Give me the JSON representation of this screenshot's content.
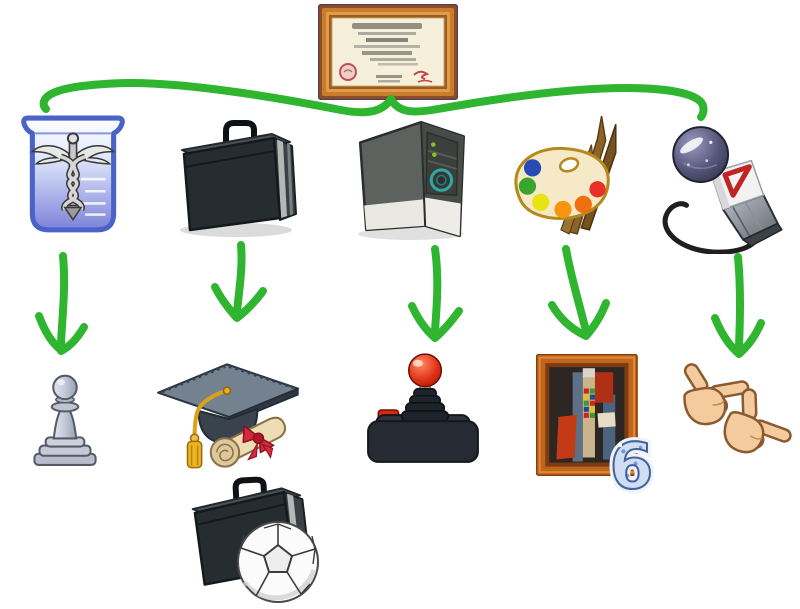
{
  "colors": {
    "arrow_green": "#2fb52f",
    "background": "#ffffff",
    "certificate_frame": "#c87c2e",
    "beaker_blue": "#4a63c8",
    "briefcase_dark": "#262d31",
    "palette_tan": "#f6e9c8",
    "joystick_red": "#e03318",
    "skin_tone": "#f4cb9c"
  },
  "diagram": {
    "style": "hand-drawn green marker connector and arrows over icon nodes",
    "root": {
      "icon": "framed-certificate",
      "description": "framed diploma certificate in wooden frame with red seal and signatures"
    },
    "painting_badge_text": "6",
    "branches": [
      {
        "icon": "medicine-beaker",
        "description": "blue beaker with silver caduceus",
        "child_icon": "chess-pawn",
        "child_description": "silver chess pawn"
      },
      {
        "icon": "briefcase",
        "description": "dark business briefcase",
        "child_icon": "graduation-cap-diploma",
        "child_description": "mortarboard with gold tassel and diploma scroll with red ribbon",
        "grandchild_icon": "briefcase-soccer-ball",
        "grandchild_description": "briefcase with soccer ball"
      },
      {
        "icon": "computer-tower",
        "description": "desktop PC tower with teal power button",
        "child_icon": "joystick",
        "child_description": "arcade joystick with red ball top and red button"
      },
      {
        "icon": "paint-palette",
        "description": "artist palette with paint dabs and brushes",
        "child_icon": "framed-painting",
        "child_description": "framed cubist painting with glossy number 6 badge"
      },
      {
        "icon": "news-microphone",
        "description": "reporter microphone with red station logo and cable",
        "child_icon": "pointing-hands",
        "child_description": "two cartoon hands making pointing finger-gun gestures"
      }
    ]
  }
}
